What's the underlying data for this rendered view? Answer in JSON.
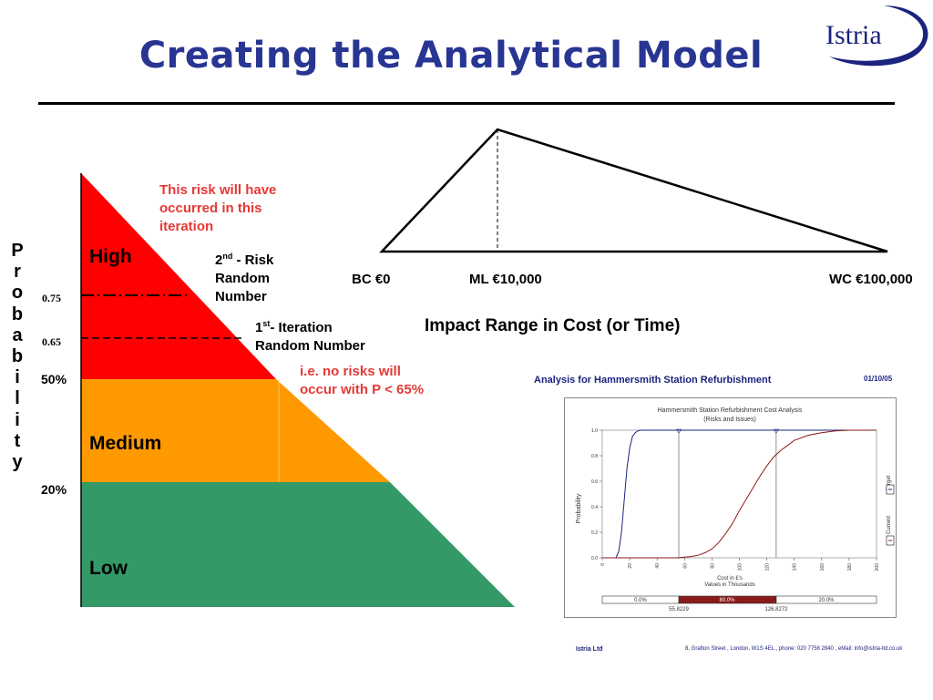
{
  "slide": {
    "title": "Creating the Analytical Model",
    "logo_text": "Istria"
  },
  "triangle": {
    "top_left": "BC €0",
    "top_mid": "ML €10,000",
    "top_right": "WC €100,000",
    "impact_label": "Impact Range in Cost (or Time)"
  },
  "risk_matrix": {
    "axis_label_letters": [
      "P",
      "r",
      "o",
      "b",
      "a",
      "b",
      "i",
      "l",
      "i",
      "t",
      "y"
    ],
    "bands": {
      "high": "High",
      "medium": "Medium",
      "low": "Low"
    },
    "ticks": {
      "t075": "0.75",
      "t065": "0.65",
      "p50": "50%",
      "p20": "20%"
    },
    "notes": {
      "occurred": [
        "This risk will have",
        "occurred in this",
        "iteration"
      ],
      "second_num": "2",
      "second_sup": "nd",
      "second_rest": " - Risk",
      "second_line2": "Random",
      "second_line3": "Number",
      "first_num": "1",
      "first_sup": "st",
      "first_rest": "- Iteration",
      "first_line2": "Random Number",
      "no_risks": [
        "i.e. no risks will",
        "occur with P <  65%"
      ]
    },
    "colors": {
      "high": "#ff0000",
      "medium": "#ff9900",
      "low": "#339966"
    }
  },
  "analysis": {
    "header": "Analysis for Hammersmith Station Refurbishment",
    "date": "01/10/05",
    "chart_title": "Hammersmith Station Refurbishment Cost Analysis",
    "chart_subtitle": "(Risks and Issues)",
    "ylabel": "Probability",
    "xlabel": "Cost in £'s",
    "xlabel2": "Values in Thousands",
    "legend_target": "Target",
    "legend_current": "Current",
    "bar_left": "0.0%",
    "bar_mid": "80.0%",
    "bar_right": "20.0%",
    "marker_left": "55.8229",
    "marker_right": "126.8272",
    "footer_company": "Istria Ltd",
    "footer_address": "8, Grafton Street , London, W1S 4EL , phone: 020 7758 2840 , eMail: info@istria-ltd.co.uk"
  },
  "chart_data": {
    "type": "line",
    "title": "Hammersmith Station Refurbishment Cost Analysis",
    "subtitle": "(Risks and Issues)",
    "xlabel": "Cost in £'s",
    "ylabel": "Probability",
    "xlim": [
      0,
      200
    ],
    "ylim": [
      0,
      1.0
    ],
    "x_ticks": [
      "0",
      "20",
      "40",
      "60",
      "80",
      "100",
      "120",
      "140",
      "160",
      "180",
      "200"
    ],
    "y_ticks": [
      "0.0",
      "0.2",
      "0.4",
      "0.6",
      "0.8",
      "1.0"
    ],
    "series": [
      {
        "name": "Target",
        "color": "#1a237e",
        "x": [
          0,
          10,
          12,
          14,
          16,
          18,
          20,
          22,
          24,
          26,
          28,
          30,
          200
        ],
        "y": [
          0,
          0,
          0.05,
          0.2,
          0.45,
          0.7,
          0.86,
          0.95,
          0.98,
          0.995,
          1.0,
          1.0,
          1.0
        ]
      },
      {
        "name": "Current",
        "color": "#8b1a1a",
        "x": [
          0,
          55,
          60,
          65,
          70,
          75,
          80,
          85,
          90,
          95,
          100,
          105,
          110,
          115,
          120,
          125,
          130,
          135,
          140,
          150,
          160,
          170,
          180,
          200
        ],
        "y": [
          0,
          0,
          0.005,
          0.01,
          0.02,
          0.04,
          0.07,
          0.12,
          0.19,
          0.27,
          0.37,
          0.46,
          0.55,
          0.64,
          0.72,
          0.79,
          0.84,
          0.88,
          0.92,
          0.96,
          0.98,
          0.995,
          1.0,
          1.0
        ]
      }
    ],
    "markers": [
      55.8229,
      126.8272
    ]
  }
}
